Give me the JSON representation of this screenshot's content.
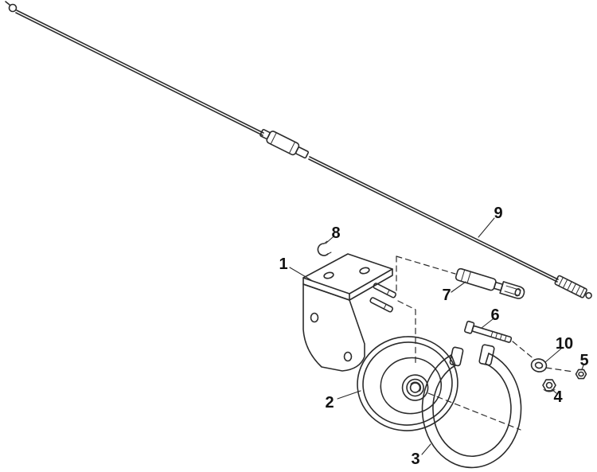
{
  "canvas": {
    "background": "#ffffff",
    "line_color": "#2b2b2b",
    "label_color": "#111111"
  },
  "callouts": [
    "1",
    "2",
    "3",
    "4",
    "5",
    "6",
    "7",
    "8",
    "9",
    "10"
  ]
}
